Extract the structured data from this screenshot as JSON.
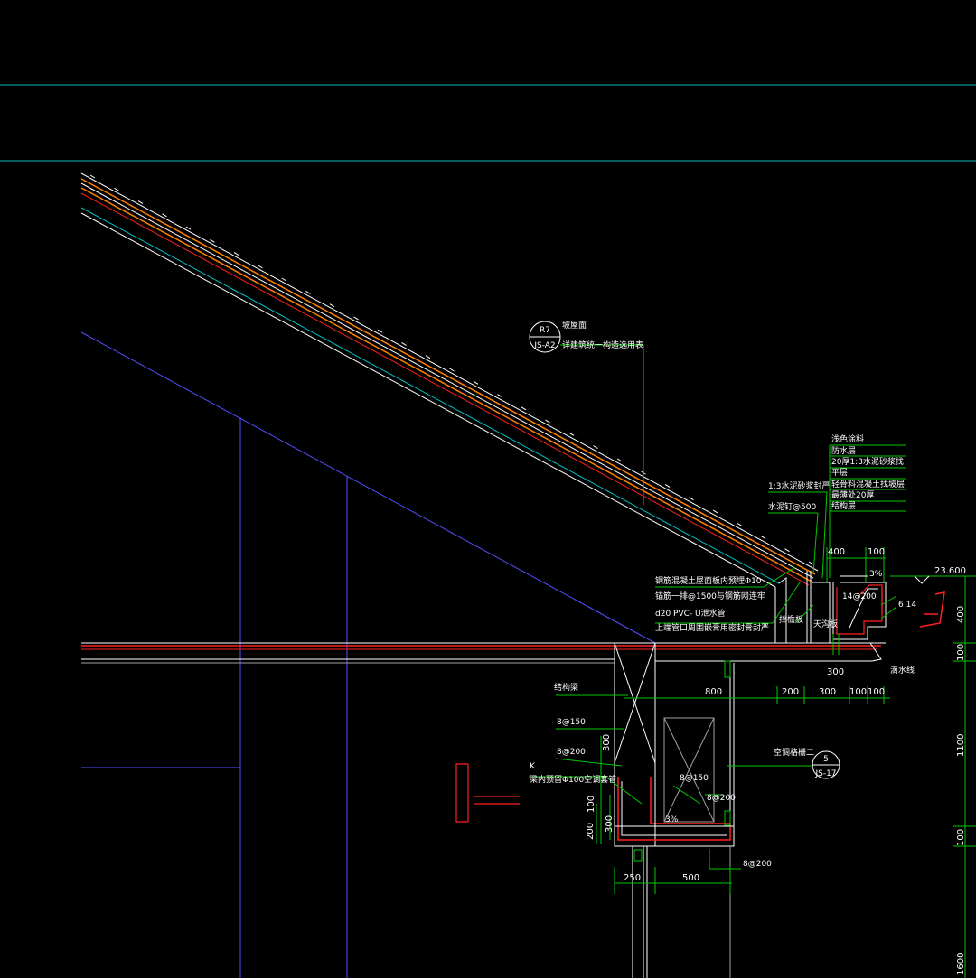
{
  "colors": {
    "background": "#000000",
    "leader": "#00c800",
    "cyan": "#00c0c0",
    "blue": "#5050ff",
    "red": "#ff2020",
    "orange": "#ff8000",
    "white": "#ffffff",
    "gray": "#a0a0a0"
  },
  "callout_r7": {
    "top": "R7",
    "bottom": "JS-A2",
    "title": "坡屋面",
    "note": "详建筑统一构造选用表"
  },
  "callout_5": {
    "top": "5",
    "bottom": "JS-17",
    "title": "空调格栅二"
  },
  "layers_right": [
    "浅色涂料",
    "防水层",
    "20厚1:3水泥砂浆找",
    "平层",
    "轻骨料混凝土找坡层",
    "最薄处20厚",
    "结构层"
  ],
  "labels": {
    "mortar_seal": "1:3水泥砂浆封严",
    "nail": "水泥钉@500",
    "rebar_note": "钢筋混凝土屋面板内预埋Φ10",
    "anchor_note": "锚筋一排@1500与钢筋网连牢",
    "drain_pipe": "d20 PVC- U泄水管",
    "seal_note": "上端管口周围嵌膏用密封膏封严",
    "fascia": "挡檐板",
    "gutter": "天沟板",
    "drip": "滴水线",
    "rebar_14": "14@200",
    "rebar_6": "6 14",
    "structural_beam": "结构梁",
    "r8_150": "8@150",
    "r8_200": "8@200",
    "k": "K",
    "sleeve": "梁内预留Φ100空调套管",
    "r8_150b": "8@150",
    "r8_200b": "8@200",
    "r8_200c": "8@200",
    "slope_3": "3%",
    "slope_3b": "3%"
  },
  "dims": {
    "d400": "400",
    "d100a": "100",
    "elev": "23.600",
    "d800": "800",
    "d200": "200",
    "d300a": "300",
    "d100b": "100",
    "d100c": "100",
    "d300b": "300",
    "d250": "250",
    "d500": "500",
    "v300": "300",
    "v100": "100",
    "v200": "200",
    "v300b": "300",
    "r400": "400",
    "r100a": "100",
    "r1100": "1100",
    "r100b": "100",
    "r1600": "1600"
  }
}
